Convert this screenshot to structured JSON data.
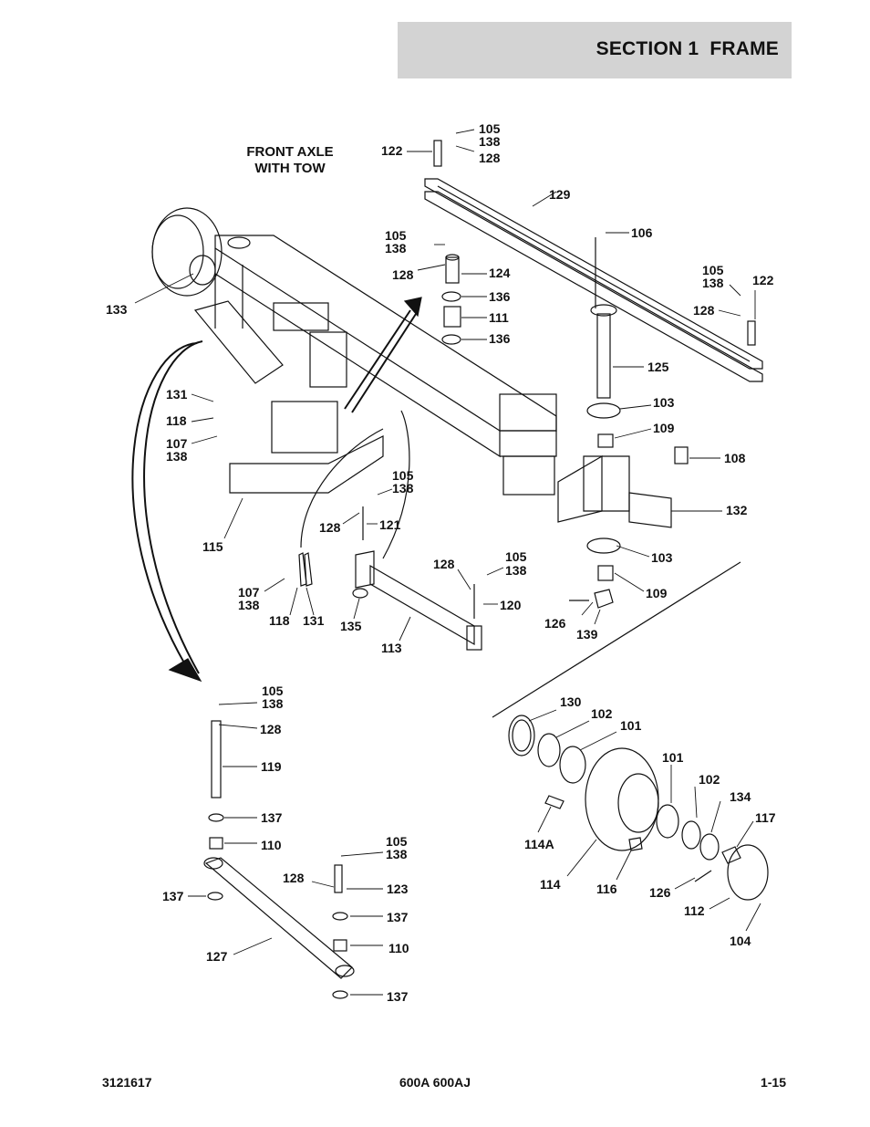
{
  "header": {
    "title": "SECTION 1  FRAME"
  },
  "caption": {
    "line1": "FRONT AXLE",
    "line2": "WITH TOW"
  },
  "footer": {
    "doc_number": "3121617",
    "model": "600A 600AJ",
    "page": "1-15"
  },
  "callouts": [
    "105",
    "138",
    "122",
    "128",
    "129",
    "106",
    "105",
    "138",
    "128",
    "124",
    "136",
    "111",
    "136",
    "105",
    "138",
    "122",
    "128",
    "133",
    "125",
    "103",
    "109",
    "108",
    "131",
    "118",
    "107",
    "138",
    "115",
    "105",
    "138",
    "128",
    "121",
    "132",
    "103",
    "109",
    "107",
    "138",
    "118",
    "131",
    "135",
    "113",
    "128",
    "105",
    "138",
    "120",
    "126",
    "139",
    "105",
    "138",
    "128",
    "119",
    "137",
    "110",
    "130",
    "102",
    "101",
    "101",
    "102",
    "134",
    "117",
    "114A",
    "114",
    "116",
    "126",
    "112",
    "104",
    "105",
    "138",
    "128",
    "123",
    "137",
    "137",
    "110",
    "127",
    "137"
  ]
}
